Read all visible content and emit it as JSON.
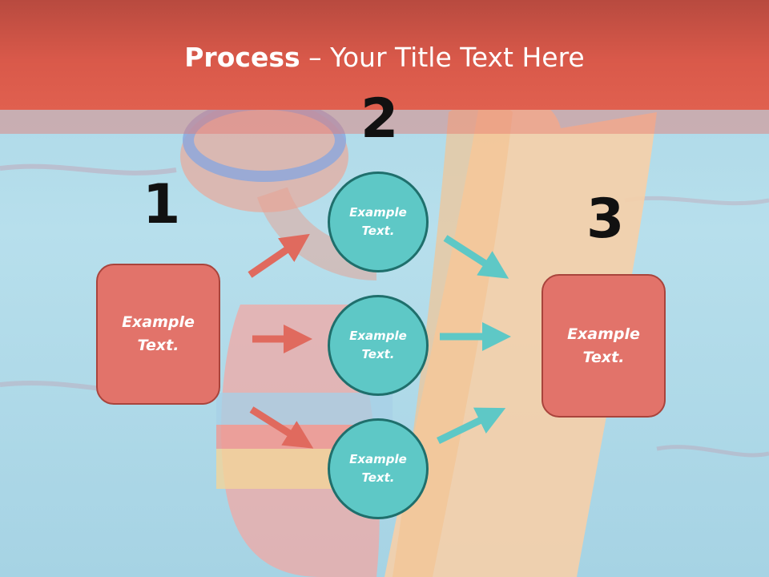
{
  "title": {
    "bold": "Process",
    "rest": " – Your Title Text Here"
  },
  "steps": {
    "one": "1",
    "two": "2",
    "three": "3"
  },
  "left_box": {
    "text": "Example\nText."
  },
  "right_box": {
    "text": "Example\nText."
  },
  "circles": [
    {
      "text": "Example\nText."
    },
    {
      "text": "Example\nText."
    },
    {
      "text": "Example\nText."
    }
  ],
  "colors": {
    "header": "#d9594a",
    "box": "#e2736a",
    "circle": "#5ec8c6",
    "arrow_left": "#e06a5e",
    "arrow_right": "#5ec8c6"
  }
}
